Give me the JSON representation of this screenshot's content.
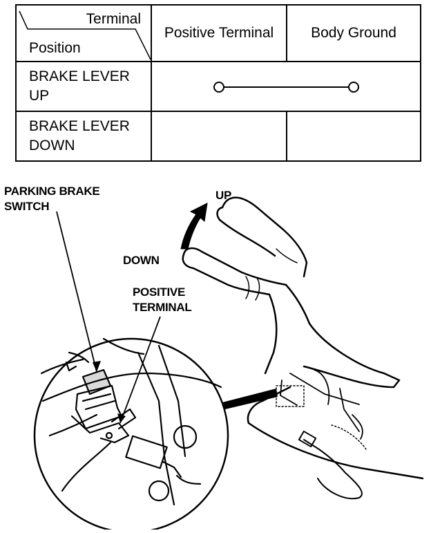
{
  "table": {
    "corner_column_label": "Terminal",
    "corner_row_label": "Position",
    "columns": [
      "Positive Terminal",
      "Body Ground"
    ],
    "rows": [
      {
        "label_line1": "BRAKE LEVER",
        "label_line2": "UP",
        "continuity": true
      },
      {
        "label_line1": "BRAKE LEVER",
        "label_line2": "DOWN",
        "continuity": false
      }
    ]
  },
  "illustration": {
    "callout_switch_line1": "PARKING BRAKE",
    "callout_switch_line2": "SWITCH",
    "callout_terminal_line1": "POSITIVE",
    "callout_terminal_line2": "TERMINAL",
    "label_up": "UP",
    "label_down": "DOWN"
  }
}
